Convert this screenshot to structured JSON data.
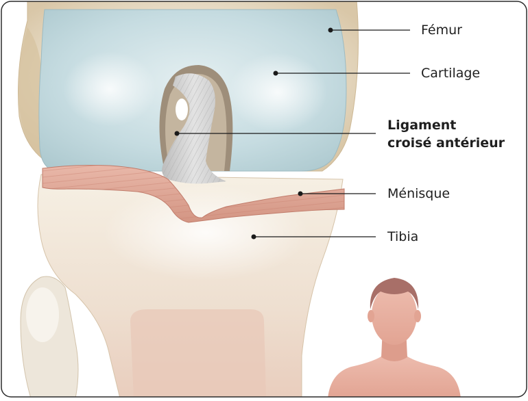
{
  "labels": {
    "femur": "Fémur",
    "cartilage": "Cartilage",
    "ligament_line1": "Ligament",
    "ligament_line2": "croisé antérieur",
    "menisque": "Ménisque",
    "tibia": "Tibia"
  },
  "colors": {
    "bone": "#e8dcc6",
    "cartilage": "#c5dde2",
    "ligament": "#d2d2d2",
    "menisque": "#dfa797",
    "skin": "#e8b0a1",
    "hair": "#a86f68",
    "leader_line": "#1a1a1a"
  }
}
